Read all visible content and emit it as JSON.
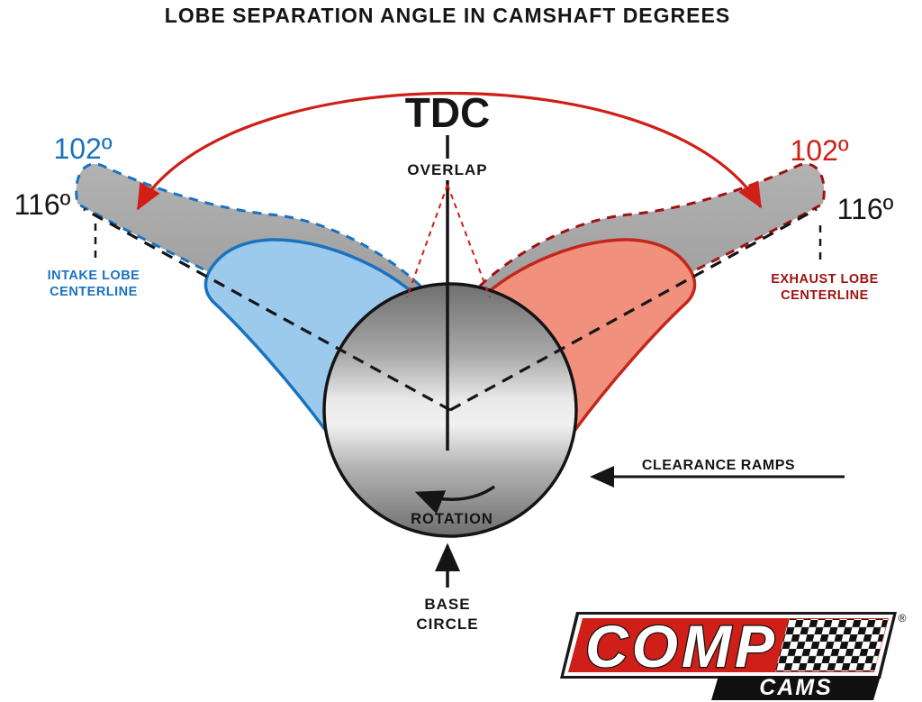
{
  "title": "LOBE SEPARATION ANGLE IN CAMSHAFT DEGREES",
  "top": {
    "tdc": "TDC",
    "overlap": "OVERLAP"
  },
  "intake": {
    "advanced_angle": "102º",
    "angle": "116º",
    "centerline_line1": "INTAKE LOBE",
    "centerline_line2": "CENTERLINE"
  },
  "exhaust": {
    "advanced_angle": "102º",
    "angle": "116º",
    "centerline_line1": "EXHAUST LOBE",
    "centerline_line2": "CENTERLINE"
  },
  "annotations": {
    "clearance_ramps": "CLEARANCE RAMPS",
    "rotation": "ROTATION",
    "base_circle_line1": "BASE",
    "base_circle_line2": "CIRCLE"
  },
  "logo": {
    "brand": "COMP",
    "sub": "CAMS",
    "registered": "®"
  },
  "colors": {
    "intake_blue": "#1a72c0",
    "intake_fill": "#9ccaec",
    "exhaust_red": "#c3271c",
    "exhaust_dark": "#a01212",
    "exhaust_fill": "#f2907e",
    "arc_red": "#cf1f16",
    "lobe_gray": "#9b9b9b",
    "logo_red": "#d01e18",
    "ink": "#151515"
  }
}
